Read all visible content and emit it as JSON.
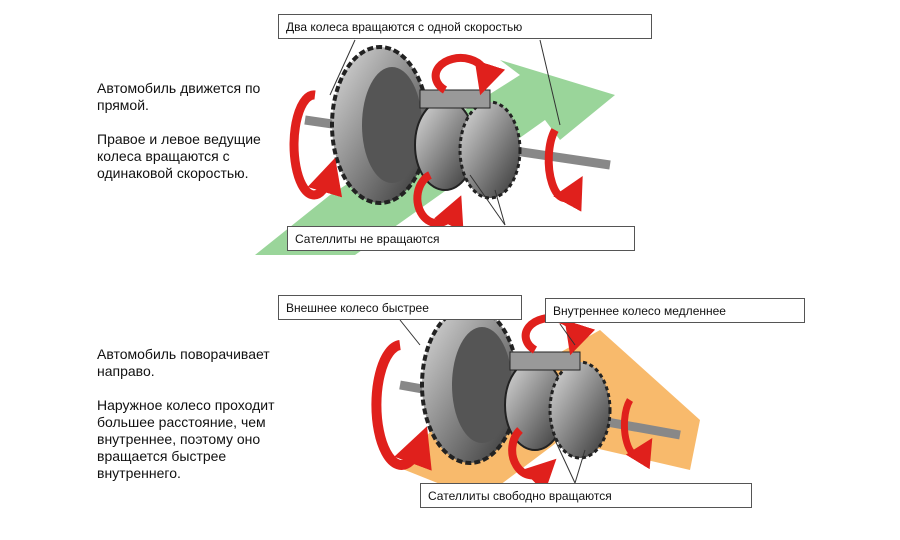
{
  "straight": {
    "desc1": "Автомобиль движется по прямой.",
    "desc2": "Правое и левое ведущие колеса вращаются с одинаковой скоростью.",
    "label_top": "Два колеса вращаются с одной скоростью",
    "label_bottom": "Сателлиты не вращаются",
    "direction_color": "#8fd08f"
  },
  "turning": {
    "desc1": "Автомобиль поворачивает направо.",
    "desc2": "Наружное колесо проходит большее расстояние, чем внутреннее, поэтому оно вращается быстрее внутреннего.",
    "label_outer": "Внешнее колесо быстрее",
    "label_inner": "Внутреннее колесо медленнее",
    "label_bottom": "Сателлиты свободно вращаются",
    "direction_color": "#f7b25c"
  },
  "colors": {
    "rotation_arrow": "#e0201c",
    "gear": "#777777"
  }
}
